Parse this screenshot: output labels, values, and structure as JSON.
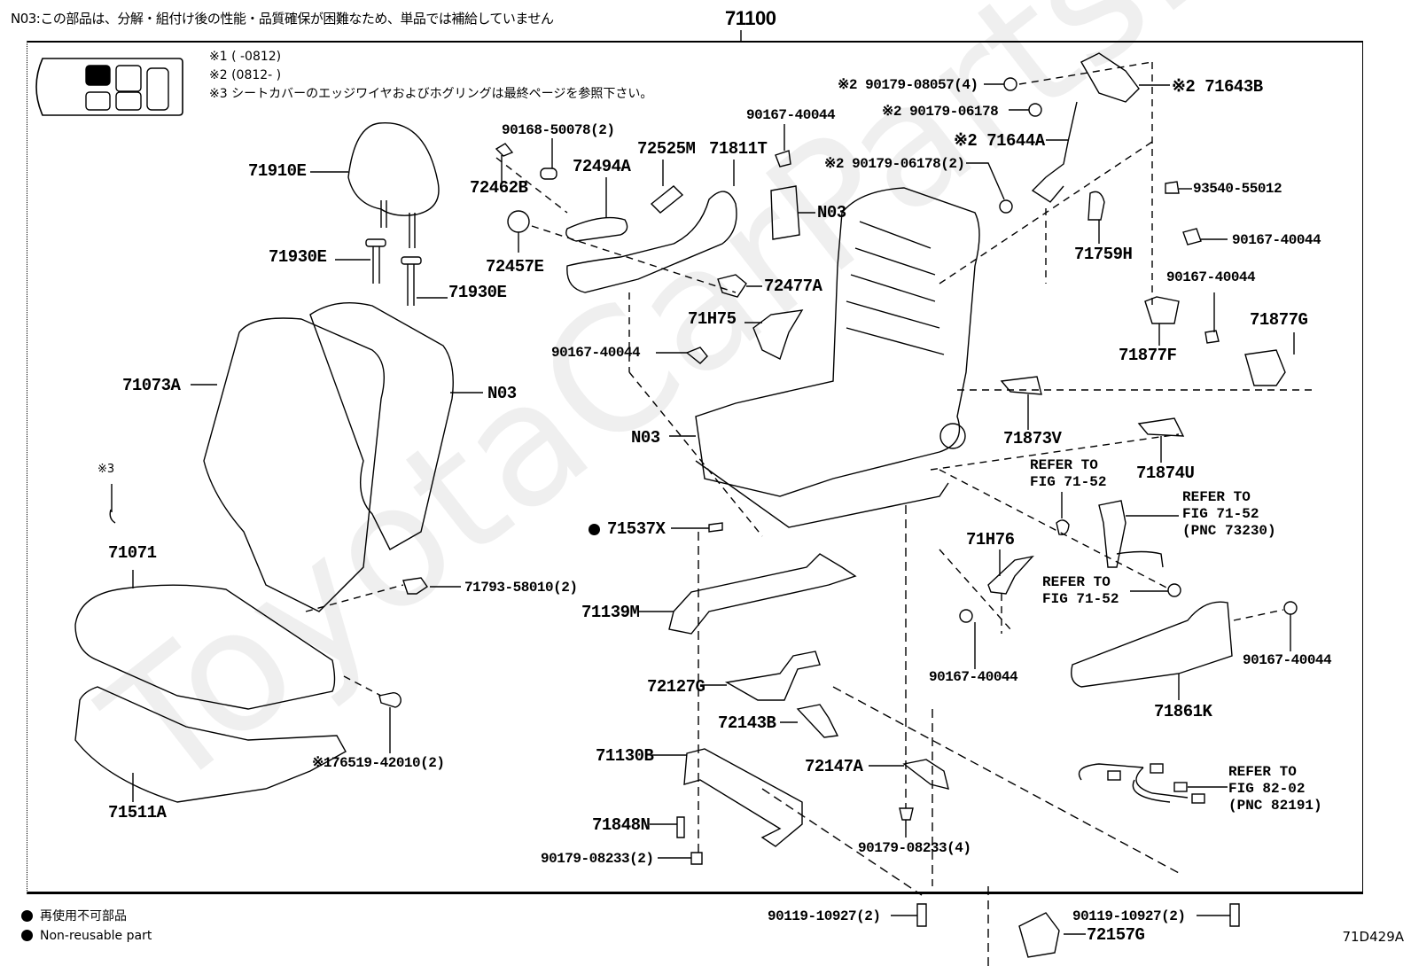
{
  "header": {
    "note_n03": "N03:この部品は、分解・組付け後の性能・品質確保が困難なため、単品では補給していません",
    "assembly_number": "71100"
  },
  "notes": [
    "※1 (      -0812)",
    "※2 (0812-      )",
    "※3 シートカバーのエッジワイヤおよびホグリングは最終ページを参照下さい。"
  ],
  "watermark": "ToyotaCarParts.ru",
  "parts": {
    "p71910E": "71910E",
    "p71930E_a": "71930E",
    "p71930E_b": "71930E",
    "p71073A": "71073A",
    "n03_back": "N03",
    "mark3": "※3",
    "p71071": "71071",
    "p71511A": "71511A",
    "p71793": "71793-58010(2)",
    "p176519": "※176519-42010(2)",
    "p90168": "90168-50078(2)",
    "p72462B": "72462B",
    "p72457E": "72457E",
    "p72494A": "72494A",
    "p72525M": "72525M",
    "p71811T": "71811T",
    "p90167_top": "90167-40044",
    "n03_bag": "N03",
    "p72477A": "72477A",
    "p71H75": "71H75",
    "p90167_left": "90167-40044",
    "n03_frame": "N03",
    "p71537X": "71537X",
    "p90179_08057": "※2 90179-08057(4)",
    "p90179_06178": "※2 90179-06178",
    "p71644A": "※2 71644A",
    "p90179_06178_2": "※2 90179-06178(2)",
    "p71643B": "※2 71643B",
    "p93540": "93540-55012",
    "p90167_right": "90167-40044",
    "p71759H": "71759H",
    "p90167_mid": "90167-40044",
    "p71877F": "71877F",
    "p71877G": "71877G",
    "p71873V": "71873V",
    "p71874U": "71874U",
    "ref1": "REFER TO\nFIG 71-52",
    "ref2": "REFER TO\nFIG 71-52\n(PNC 73230)",
    "ref3": "REFER TO\nFIG 71-52",
    "ref4": "REFER TO\nFIG 82-02\n(PNC 82191)",
    "p71H76": "71H76",
    "p90167_low": "90167-40044",
    "p90167_low2": "90167-40044",
    "p71861K": "71861K",
    "p71139M": "71139M",
    "p72127G": "72127G",
    "p72143B": "72143B",
    "p71130B": "71130B",
    "p72147A": "72147A",
    "p71848N": "71848N",
    "p90179_08233_2": "90179-08233(2)",
    "p90179_08233_4": "90179-08233(4)",
    "p90119_a": "90119-10927(2)",
    "p90119_b": "90119-10927(2)",
    "p72157G": "72157G"
  },
  "legend": {
    "jp": "再使用不可部品",
    "en": "Non-reusable part"
  },
  "figure_id": "71D429A"
}
